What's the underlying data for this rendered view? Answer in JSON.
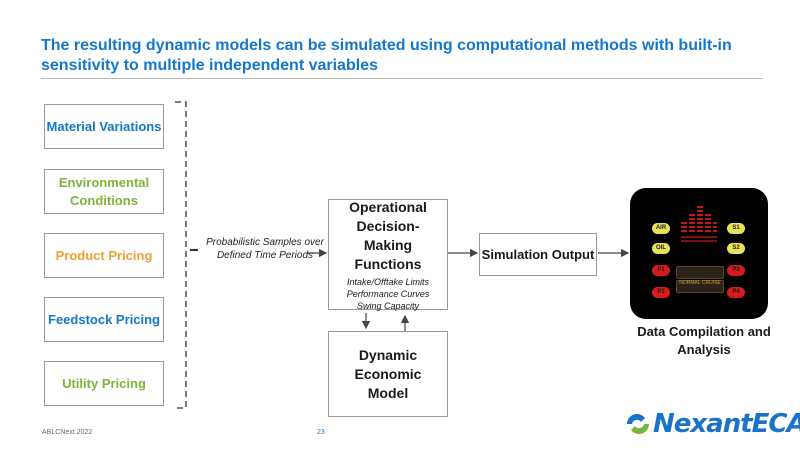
{
  "slide": {
    "title": "The resulting dynamic models can be simulated using computational methods with built-in sensitivity to multiple independent variables",
    "inputs": [
      {
        "label": "Material Variations",
        "color": "#1478c8"
      },
      {
        "label": "Environmental Conditions",
        "color": "#7bb63a"
      },
      {
        "label": "Product Pricing",
        "color": "#f0a033"
      },
      {
        "label": "Feedstock Pricing",
        "color": "#1478c8"
      },
      {
        "label": "Utility Pricing",
        "color": "#7bb63a"
      }
    ],
    "probabilistic_label": "Probabilistic Samples over Defined Time Periods",
    "operational": {
      "title": "Operational Decision-Making Functions",
      "sub": [
        "Intake/Offtake Limits",
        "Performance Curves",
        "Swing Capacity"
      ]
    },
    "economic_model": "Dynamic Economic Model",
    "simulation_output": "Simulation Output",
    "data_compilation": "Data Compilation and Analysis",
    "panel": {
      "left_buttons": [
        "AIR",
        "OIL",
        "P1",
        "P2"
      ],
      "right_buttons": [
        "S1",
        "S2",
        "P3",
        "P4"
      ],
      "center_top": "",
      "center_bottom": "NORMAL CRUISE"
    },
    "footer": {
      "left": "ABLCNext 2022",
      "page": "23"
    },
    "logo": {
      "text": "NexantECA",
      "icon": "nexanteca-logo-icon"
    }
  }
}
